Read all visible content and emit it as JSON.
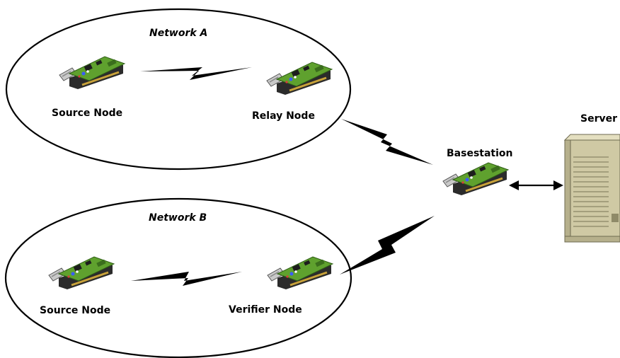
{
  "networks": [
    {
      "title": "Network A",
      "nodes": [
        "Source Node",
        "Relay Node"
      ]
    },
    {
      "title": "Network B",
      "nodes": [
        "Source Node",
        "Verifier Node"
      ]
    }
  ],
  "basestation": {
    "label": "Basestation"
  },
  "server": {
    "label": "Server"
  },
  "colors": {
    "pcb_green": "#5fa12e",
    "pcb_dark": "#2f5e16",
    "usb_metal": "#c9c9c9",
    "body_dark": "#2b2b2b",
    "server_beige": "#cfc9a4"
  },
  "icons": {
    "node": "wireless-sensor-mote-icon",
    "server": "server-tower-icon",
    "link": "lightning-bolt-icon",
    "connection": "double-headed-arrow-icon"
  }
}
